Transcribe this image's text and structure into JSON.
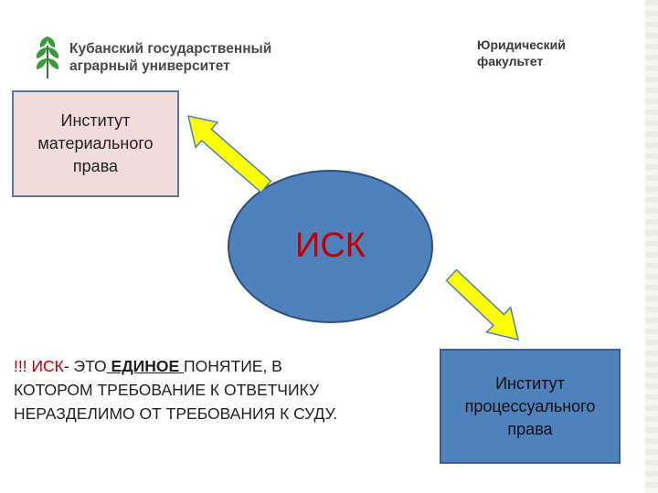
{
  "header": {
    "university_name": [
      "Кубанский государственный",
      "аграрный университет"
    ],
    "faculty": [
      "Юридический",
      "факультет"
    ]
  },
  "diagram": {
    "center_label": "ИСК",
    "box_material": "Институт\nматериального\nправа",
    "box_process": "Институт\nпроцессуального\nправа"
  },
  "definition": {
    "prefix": "!!! ИСК",
    "part1": "- ЭТО",
    "gap1": " ",
    "emphasis": "ЕДИНОЕ",
    "gap2": " ",
    "rest": "ПОНЯТИЕ, В КОТОРОМ ТРЕБОВАНИЕ К ОТВЕТЧИКУ НЕРАЗДЕЛИМО ОТ ТРЕБОВАНИЯ К СУДУ."
  },
  "colors": {
    "circle": "#4f81bd",
    "box_material": "#f2dcdb",
    "box_process": "#4f81bd",
    "arrow": "#ffff00",
    "accent_red": "#c00000",
    "logo_green": "#3a9a3a"
  },
  "icons": {
    "logo": "wheat-leaf-logo-icon"
  }
}
